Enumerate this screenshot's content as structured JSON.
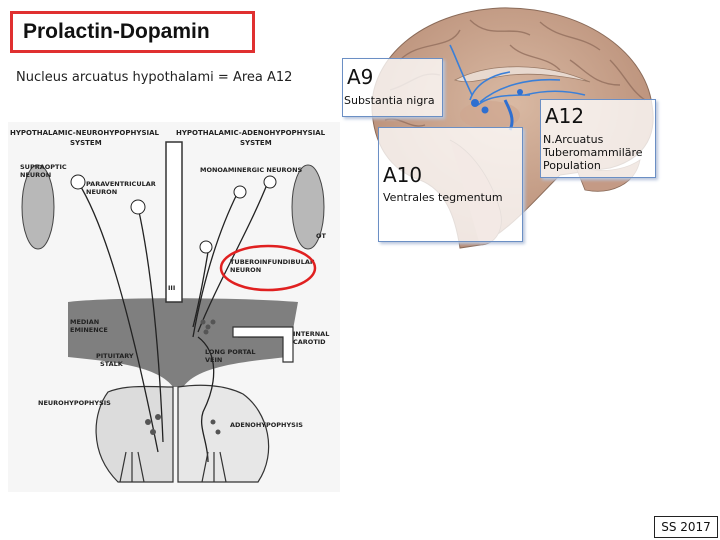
{
  "title": "Prolactin-Dopamin",
  "subtitle": "Nucleus arcuatus hypothalami = Area A12",
  "callouts": {
    "a9": {
      "label": "A9",
      "name": "Substantia nigra"
    },
    "a10": {
      "label": "A10",
      "name": "Ventrales tegmentum"
    },
    "a12": {
      "label": "A12",
      "line1": "N.Arcuatus",
      "line2": "Tuberomammiläre",
      "line3": "Population"
    }
  },
  "schematic": {
    "left_system_1": "HYPOTHALAMIC-NEUROHYPOPHYSIAL",
    "left_system_2": "SYSTEM",
    "right_system_1": "HYPOTHALAMIC-ADENOHYPOPHYSIAL",
    "right_system_2": "SYSTEM",
    "supraoptic_1": "SUPRAOPTIC",
    "supraoptic_2": "NEURON",
    "paraventricular_1": "PARAVENTRICULAR",
    "paraventricular_2": "NEURON",
    "monoaminergic": "MONOAMINERGIC NEURONS",
    "ot": "OT",
    "tuberoinfundibular_1": "TUBEROINFUNDIBULAR",
    "tuberoinfundibular_2": "NEURON",
    "iii": "III",
    "median_1": "MEDIAN",
    "median_2": "EMINENCE",
    "internal_1": "INTERNAL",
    "internal_2": "CAROTID",
    "portal_1": "LONG PORTAL",
    "portal_2": "VEIN",
    "pituitary_1": "PITUITARY",
    "pituitary_2": "STALK",
    "neurohypophysis": "NEUROHYPOPHYSIS",
    "adenohypophysis": "ADENOHYPOPHYSIS"
  },
  "footer": "SS 2017",
  "colors": {
    "title_border": "#e03030",
    "highlight_ellipse": "#e02020",
    "callout_border": "#6b8fc4",
    "pathway": "#3a7fd8"
  }
}
